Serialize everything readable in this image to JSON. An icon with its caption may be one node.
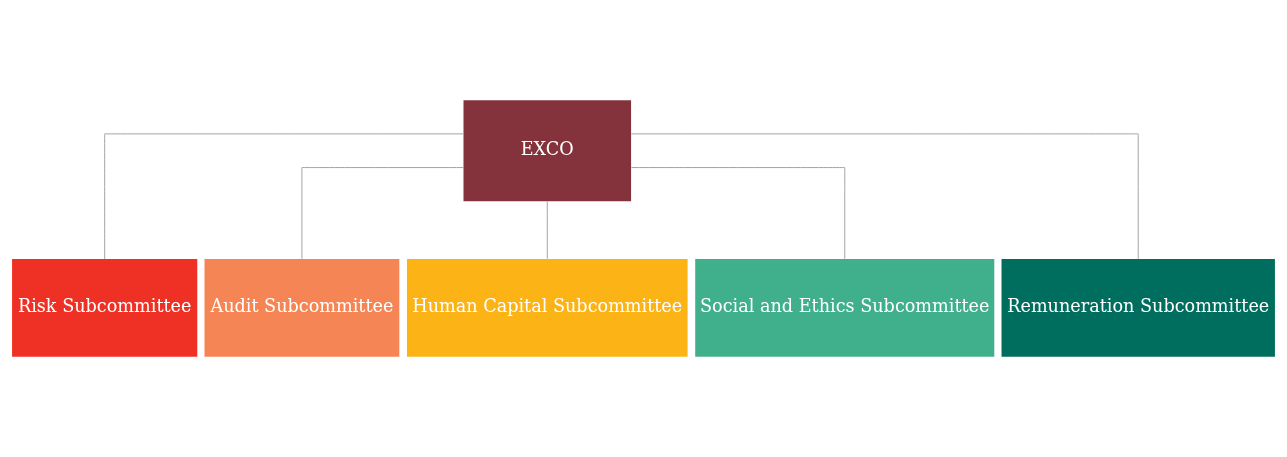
{
  "diagram": {
    "nodes": [
      {
        "text": [
          "EXCO"
        ]
      },
      {
        "text": [
          "Risk Subcommittee"
        ]
      },
      {
        "text": [
          "Audit Subcommittee"
        ]
      },
      {
        "text": [
          "Human Capital Subcommittee"
        ]
      },
      {
        "text": [
          "Social and Ethics Subcommittee"
        ]
      },
      {
        "text": [
          "Remuneration Subcommittee"
        ]
      }
    ],
    "edges": [
      {
        "from": 0,
        "to": 1,
        "arrow": "none"
      },
      {
        "from": 0,
        "to": 2,
        "arrow": "none"
      },
      {
        "from": 0,
        "to": 3,
        "arrow": "none"
      },
      {
        "from": 0,
        "to": 4,
        "arrow": "none"
      },
      {
        "from": 0,
        "to": 5,
        "arrow": "none"
      }
    ]
  }
}
